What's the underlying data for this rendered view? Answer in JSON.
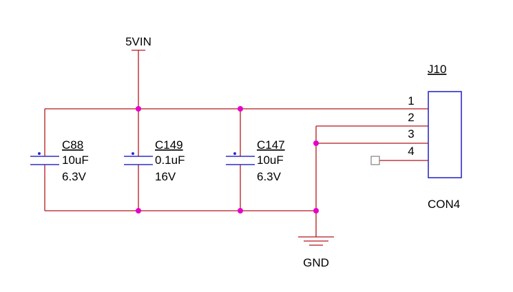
{
  "colors": {
    "wire": "#b5151b",
    "component": "#2b2bc8",
    "junction": "#e600c8",
    "text": "#000000",
    "pin_marker": "#808080"
  },
  "power": {
    "label": "5VIN"
  },
  "ground": {
    "label": "GND"
  },
  "connector": {
    "designator": "J10",
    "value": "CON4",
    "pins": [
      "1",
      "2",
      "3",
      "4"
    ]
  },
  "capacitors": [
    {
      "designator": "C88",
      "value": "10uF",
      "voltage": "6.3V"
    },
    {
      "designator": "C149",
      "value": "0.1uF",
      "voltage": "16V"
    },
    {
      "designator": "C147",
      "value": "10uF",
      "voltage": "6.3V"
    }
  ]
}
